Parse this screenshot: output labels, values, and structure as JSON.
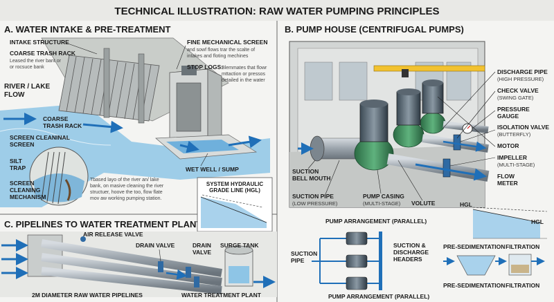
{
  "title": "TECHNICAL ILLUSTRATION: RAW WATER PUMPING PRINCIPLES",
  "sections": {
    "a": "A. WATER INTAKE & PRE-TREATMENT",
    "b": "B. PUMP HOUSE (CENTRIFUGAL PUMPS)",
    "c": "C. PIPELINES TO WATER TREATMENT PLANT"
  },
  "intake": {
    "intake_structure": "INTAKE STRUCTURE",
    "coarse_trash_rack": "COARSE TRASH RACK",
    "coarse_trash_rack_note": [
      "Leased the river bant or",
      "or rocsuce bank"
    ],
    "river_lake_flow": [
      "RIVER / LAKE",
      "FLOW"
    ],
    "coarse_trash_rack_2": [
      "COARSE",
      "TRASH RACK"
    ],
    "screen_cleaninal": [
      "SCREEN CLEANINAL",
      "SCREEN"
    ],
    "silt_trap": [
      "SILT",
      "TRAP"
    ],
    "screen_cleaning_mechanism": [
      "SCREEN",
      "CLEANING",
      "MECHANISM"
    ],
    "fine_mechanical_screen": "FINE MECHANICAL SCREEN",
    "fine_screen_note": [
      "and sowf flows trar the scalte of",
      "intakes and floting mechines"
    ],
    "stop_logs": "STOP LOGS:",
    "stop_logs_note": [
      "Blemmates that flowr",
      "mttaction or pressos",
      "detailed in the water"
    ],
    "wet_well": "WET WELL / SUMP",
    "bottom_note": [
      "Tbased layo of the river an/ lake",
      "bank, on masive cleaning the river",
      "structuer, hoove the too, flow flate",
      "mov aw working pumping station."
    ],
    "hgl_box_title": [
      "SYSTEM HYDRAULIC",
      "GRADE LINE (HGL)"
    ]
  },
  "pump_house": {
    "discharge_pipe": "DISCHARGE PIPE",
    "discharge_pipe_sub": "(HIGH PRESSURE)",
    "check_valve": "CHECK VALVE",
    "check_valve_sub": "(SWING GATE)",
    "pressure_gauge": [
      "PRESSURE",
      "GAUGE"
    ],
    "isolation_valve": "ISOLATION VALVE",
    "isolation_valve_sub": "(BUTTERFLY)",
    "motor": "MOTOR",
    "impeller": "IMPELLER",
    "impeller_sub": "(MULTI-STAGE)",
    "flow_meter": [
      "FLOW",
      "METER"
    ],
    "suction_bell_mouth": [
      "SUCTION",
      "BELL MOUTH"
    ],
    "suction_pipe": "SUCTION PIPE",
    "suction_pipe_sub": "(LOW PRESSURE)",
    "pump_casing": "PUMP CASING",
    "pump_casing_sub": "(MULTI-STAGE)",
    "volute": "VOLUTE",
    "hgl_label_top": "HGL",
    "hgl_label_right": "HGL"
  },
  "pump_arrangement": {
    "title_top": "PUMP ARRANGEMENT (PARALLEL)",
    "title_bottom": "PUMP ARRANGEMENT (PARALLEL)",
    "suction_pipe": [
      "SUCTION",
      "PIPE"
    ],
    "headers": [
      "SUCTION &",
      "DISCHARGE",
      "HEADERS"
    ]
  },
  "treatment": {
    "pre_sed_top": "PRE-SEDIMENTATION",
    "filtration_top": "FILTRATION",
    "pre_sed_bottom": "PRE-SEDIMENTATION",
    "filtration_bottom": "FILTRATION"
  },
  "pipelines": {
    "air_release_valve": "AIR RELEASE VALVE",
    "drain_valve": "DRAIN VALVE",
    "drain_valve_2": [
      "DRAIN",
      "VALVE"
    ],
    "surge_tank": "SURGE TANK",
    "raw_water_pipelines": "2M DIAMETER RAW WATER PIPELINES",
    "water_treatment_plant": "WATER TREATMENT PLANT"
  },
  "colors": {
    "water": "#8ec5e6",
    "arrow_blue": "#1f6fb8",
    "pump_green": "#3f8f5e",
    "steel": "#9aa3ab",
    "crane_yellow": "#f2c230"
  }
}
